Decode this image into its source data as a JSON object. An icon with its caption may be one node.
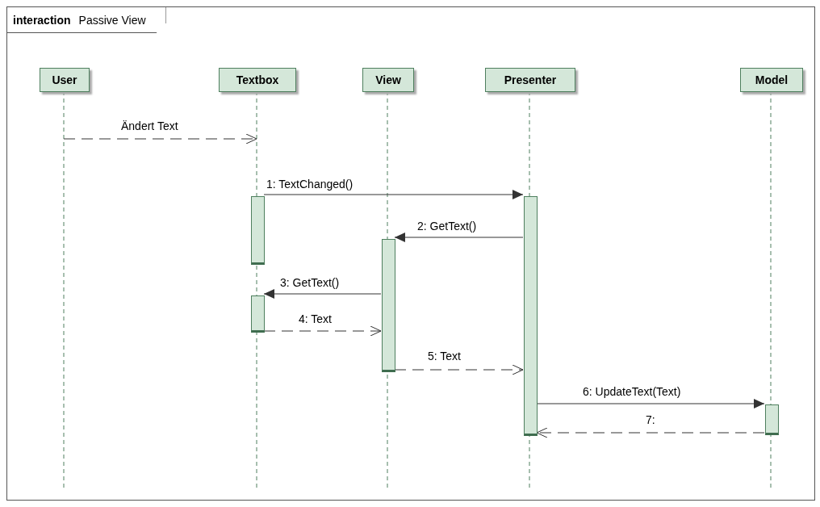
{
  "diagram": {
    "nodes": [
      {
        "text": [
          "interaction",
          "Passive View"
        ]
      },
      {
        "text": [
          "User"
        ],
        "in": 0
      },
      {
        "text": [
          "Textbox"
        ],
        "in": 0
      },
      {
        "text": [
          "View"
        ],
        "in": 0
      },
      {
        "text": [
          "Presenter"
        ],
        "in": 0
      },
      {
        "text": [
          "Model"
        ],
        "in": 0
      },
      {
        "text": [],
        "shape": "bar",
        "in": 0
      },
      {
        "text": [],
        "shape": "bar",
        "in": 0
      },
      {
        "text": [],
        "shape": "bar",
        "in": 0
      },
      {
        "text": [],
        "shape": "bar",
        "in": 0
      },
      {
        "text": [],
        "shape": "bar",
        "in": 0
      }
    ],
    "edges": [
      {
        "from": 1,
        "to": 2,
        "arrow": "to",
        "label": "Ändert Text",
        "style": "dashed"
      },
      {
        "from": 6,
        "to": 7,
        "arrow": "to",
        "label": "1: TextChanged()"
      },
      {
        "from": 7,
        "to": 8,
        "arrow": "to",
        "label": "2: GetText()"
      },
      {
        "from": 8,
        "to": 9,
        "arrow": "to",
        "label": "3: GetText()"
      },
      {
        "from": 9,
        "to": 8,
        "arrow": "to",
        "label": "4: Text",
        "style": "dashed"
      },
      {
        "from": 8,
        "to": 7,
        "arrow": "to",
        "label": "5: Text",
        "style": "dashed"
      },
      {
        "from": 7,
        "to": 10,
        "arrow": "to",
        "label": "6: UpdateText(Text)"
      },
      {
        "from": 10,
        "to": 7,
        "arrow": "to",
        "label": "7:",
        "style": "dashed"
      }
    ]
  }
}
